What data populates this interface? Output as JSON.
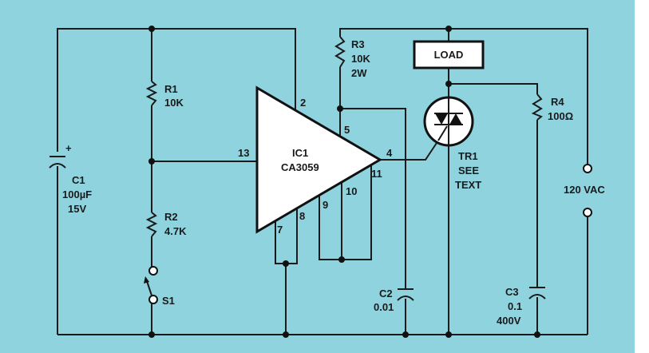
{
  "colors": {
    "background": "#8fd3df",
    "ink": "#1a1a1a",
    "component_fill": "#ffffff"
  },
  "components": {
    "c1": {
      "name": "C1",
      "value": "100µF",
      "rating": "15V",
      "polarity": "+"
    },
    "r1": {
      "name": "R1",
      "value": "10K"
    },
    "r2": {
      "name": "R2",
      "value": "4.7K"
    },
    "s1": {
      "name": "S1"
    },
    "r3": {
      "name": "R3",
      "value": "10K",
      "rating": "2W"
    },
    "ic1": {
      "name": "IC1",
      "part": "CA3059",
      "pins": {
        "p2": "2",
        "p4": "4",
        "p5": "5",
        "p7": "7",
        "p8": "8",
        "p9": "9",
        "p10": "10",
        "p11": "11",
        "p13": "13"
      }
    },
    "load": {
      "label": "LOAD"
    },
    "tr1": {
      "name": "TR1",
      "line2": "SEE",
      "line3": "TEXT"
    },
    "r4": {
      "name": "R4",
      "value": "100Ω"
    },
    "c2": {
      "name": "C2",
      "value": "0.01"
    },
    "c3": {
      "name": "C3",
      "value": "0.1",
      "rating": "400V"
    },
    "supply": {
      "label": "120 VAC"
    }
  }
}
